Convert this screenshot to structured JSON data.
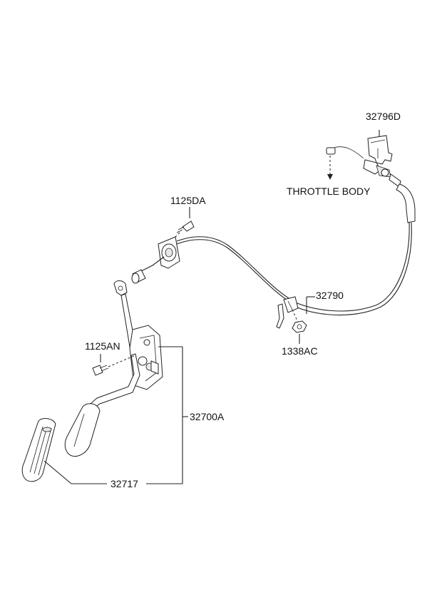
{
  "labels": {
    "p32796d": "32796D",
    "throttle_body": "THROTTLE BODY",
    "p1125da": "1125DA",
    "p32790": "32790",
    "p1125an": "1125AN",
    "p1338ac": "1338AC",
    "p32700a": "32700A",
    "p32717": "32717"
  }
}
